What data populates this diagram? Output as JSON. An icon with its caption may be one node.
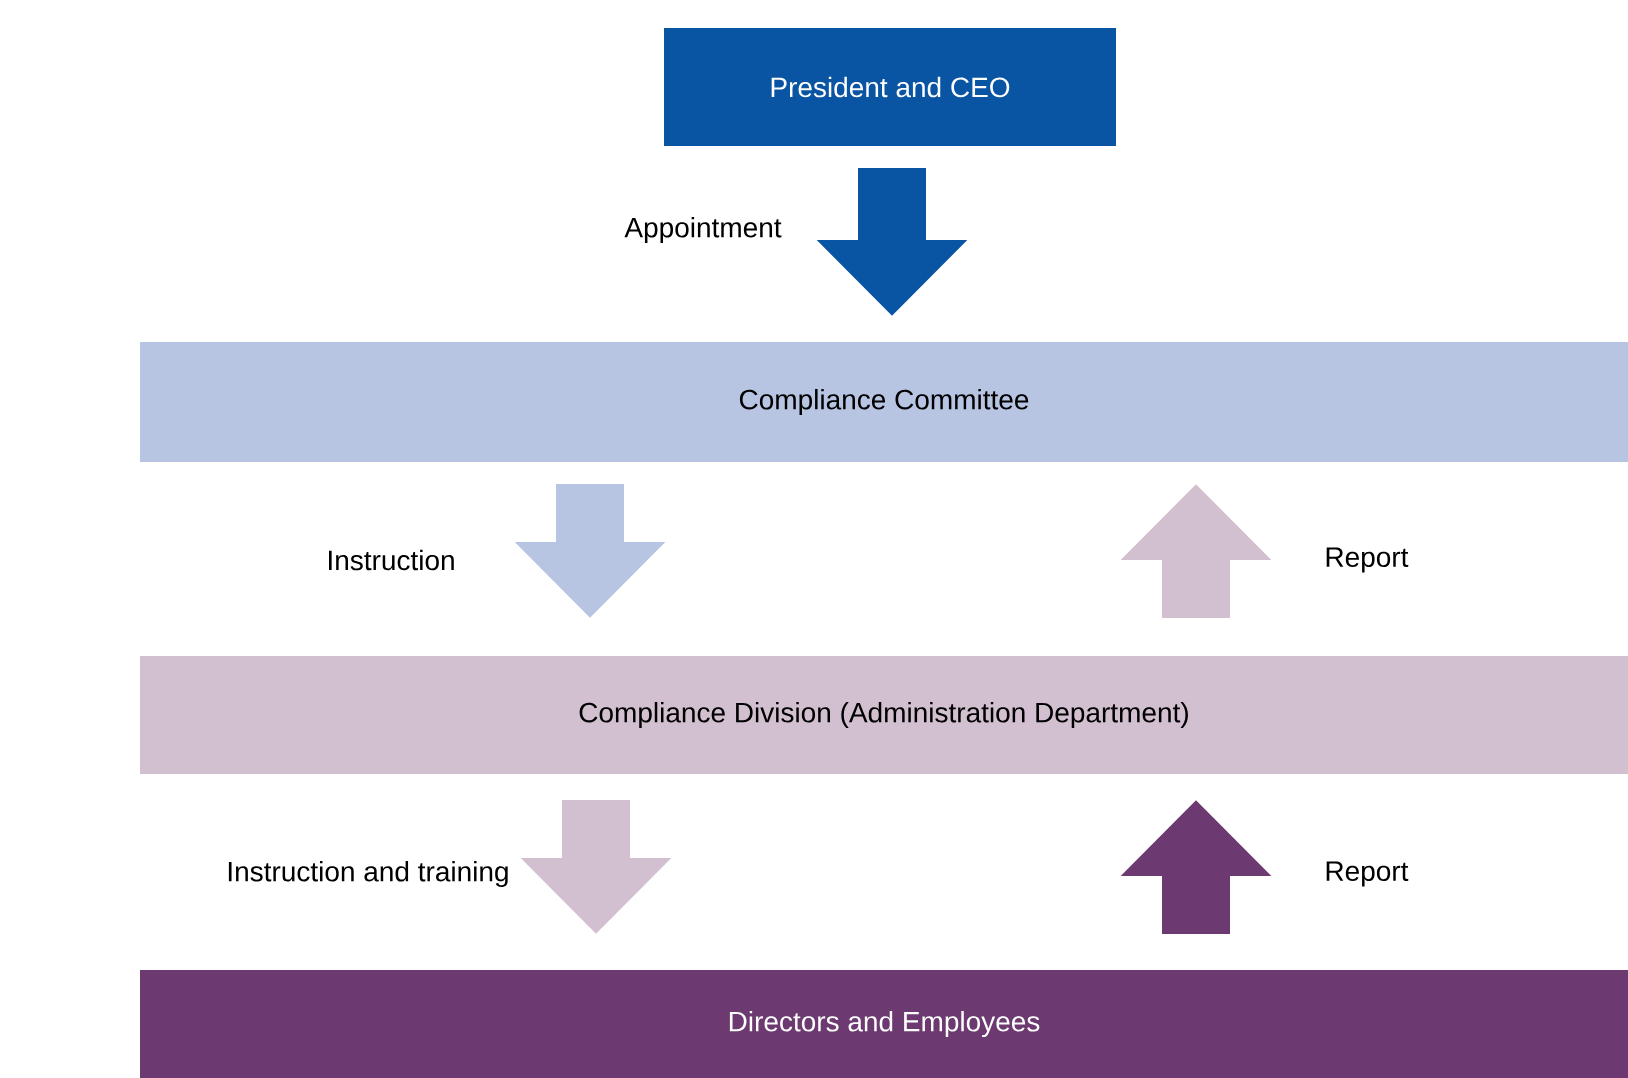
{
  "diagram": {
    "nodes": [
      {
        "text": [
          "President and CEO"
        ]
      },
      {
        "text": [
          "Compliance Committee"
        ]
      },
      {
        "text": [
          "Compliance Division (Administration Department)"
        ]
      },
      {
        "text": [
          "Directors and Employees"
        ]
      }
    ],
    "edges": [
      {
        "from": 0,
        "to": 1,
        "arrow": "to",
        "label": "Appointment",
        "color": "#0a55a3"
      },
      {
        "from": 1,
        "to": 2,
        "arrow": "to",
        "label": "Instruction",
        "color": "#b7c5e3"
      },
      {
        "from": 2,
        "to": 1,
        "arrow": "to",
        "label": "Report",
        "color": "#d2bfd0"
      },
      {
        "from": 2,
        "to": 3,
        "arrow": "to",
        "label": "Instruction and training",
        "color": "#d2bfd0"
      },
      {
        "from": 3,
        "to": 2,
        "arrow": "to",
        "label": "Report",
        "color": "#6c3a71"
      }
    ]
  }
}
